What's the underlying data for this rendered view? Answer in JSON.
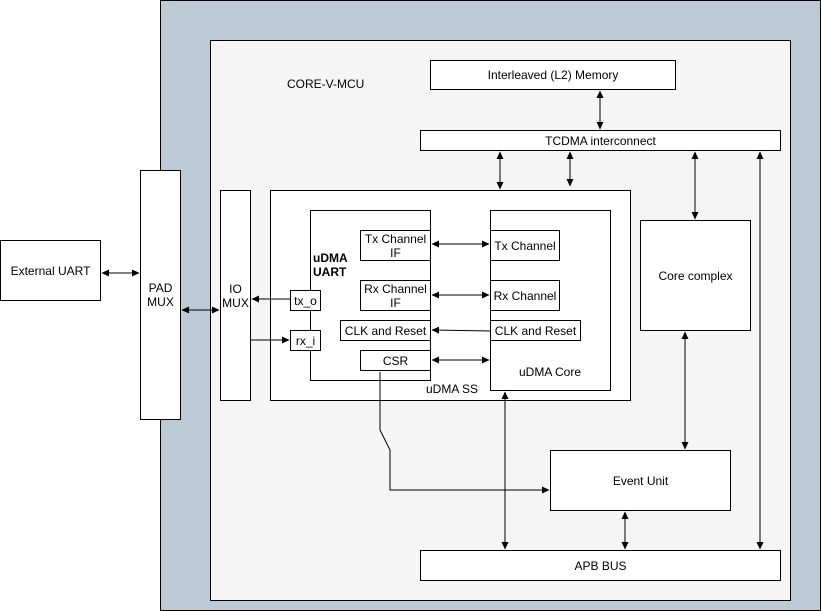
{
  "colors": {
    "outer_soc": "#bccad6",
    "mcu_background": "#f5f5f5",
    "block_fill": "#ffffff",
    "line": "#000000"
  },
  "labels": {
    "external_uart": "External UART",
    "pad_mux": "PAD\nMUX",
    "io_mux": "IO\nMUX",
    "core_v_mcu": "CORE-V-MCU",
    "l2_memory": "Interleaved (L2) Memory",
    "tcdma": "TCDMA interconnect",
    "udma_ss": "uDMA SS",
    "udma_uart": "uDMA\nUART",
    "tx_channel_if": "Tx Channel\nIF",
    "rx_channel_if": "Rx Channel\nIF",
    "clk_reset_uart": "CLK and Reset",
    "csr": "CSR",
    "tx_o": "tx_o",
    "rx_i": "rx_i",
    "tx_channel": "Tx Channel",
    "rx_channel": "Rx Channel",
    "clk_reset_core": "CLK and Reset",
    "udma_core": "uDMA Core",
    "core_complex": "Core complex",
    "event_unit": "Event Unit",
    "apb_bus": "APB BUS"
  }
}
